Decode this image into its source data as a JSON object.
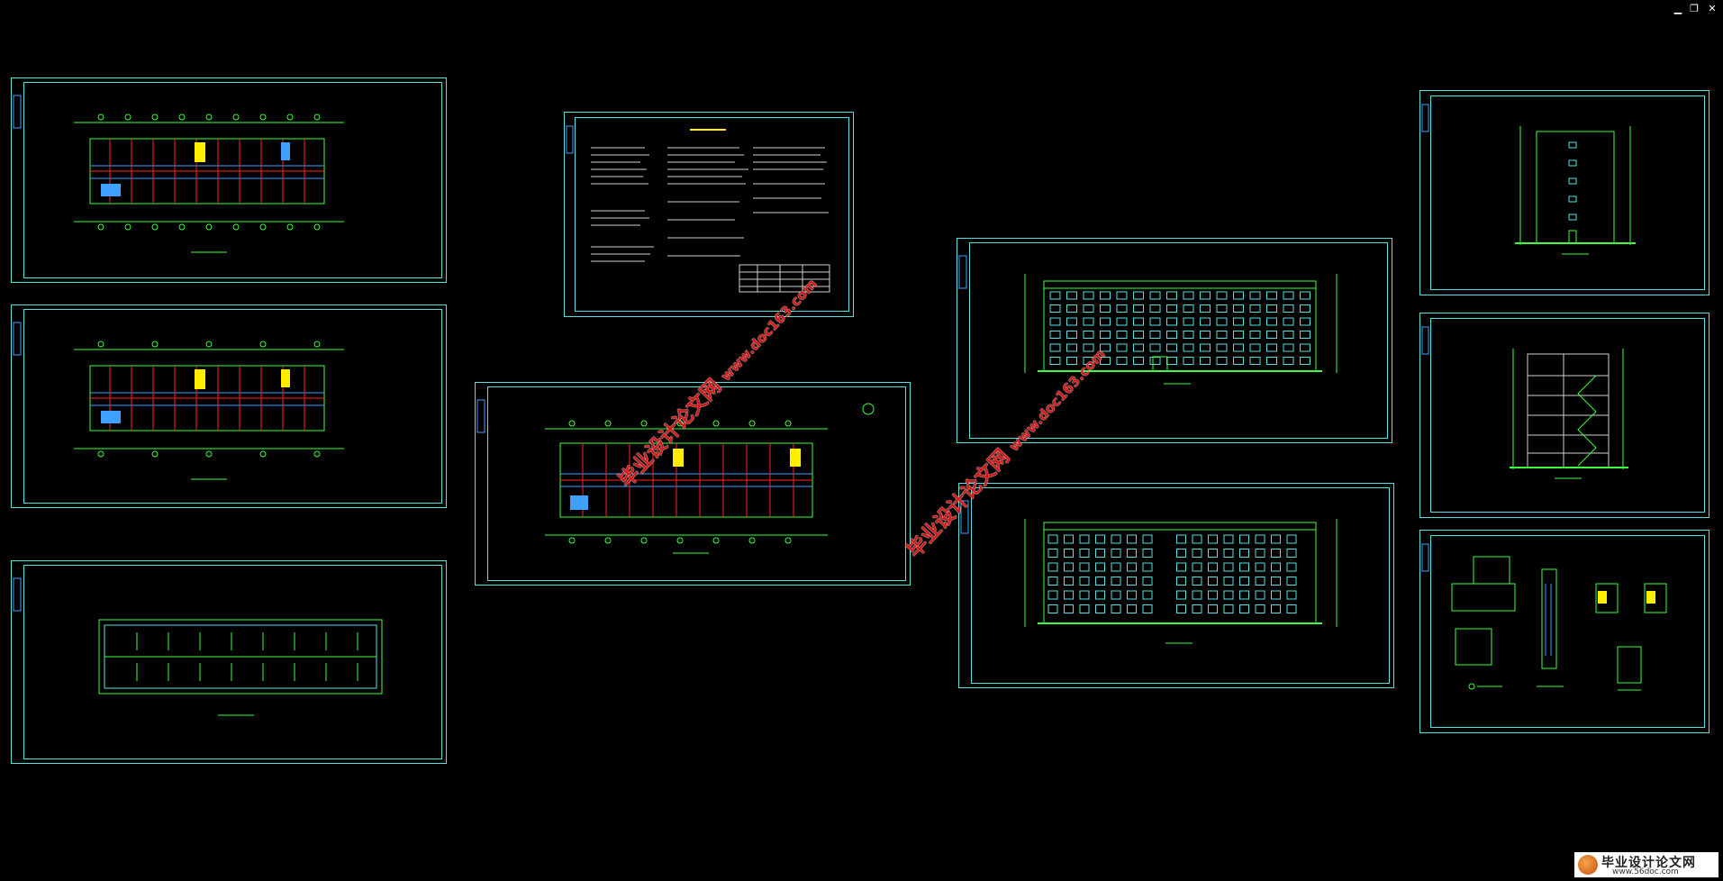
{
  "window": {
    "minimize_label": "▁",
    "restore_label": "❐",
    "close_label": "✕"
  },
  "watermarks": [
    {
      "title": "毕业设计论文网",
      "url": "www.doc163.com"
    },
    {
      "title": "毕业设计论文网",
      "url": "www.doc163.com"
    }
  ],
  "logo": {
    "title": "毕业设计论文网",
    "url": "www.56doc.com"
  },
  "colors": {
    "background": "#000000",
    "frame": "#55e0e0",
    "drawing": "#3dff3d",
    "accent_red": "#ff2222",
    "accent_yellow": "#ffee00",
    "accent_blue": "#3fa0ff",
    "watermark": "#d51a1a"
  }
}
